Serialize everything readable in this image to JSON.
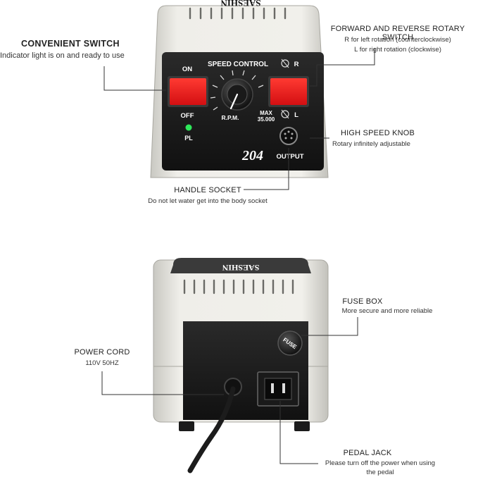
{
  "device": {
    "brand_logo": "SAESHIN",
    "speed_control": "SPEED CONTROL",
    "on": "ON",
    "off": "OFF",
    "pl": "PL",
    "rpm": "R.P.M.",
    "max": "MAX",
    "max_value": "35.000",
    "r": "R",
    "l": "L",
    "model": "204",
    "output": "OUTPUT",
    "fuse": "FUSE"
  },
  "callouts": {
    "convenient_switch": {
      "title": "CONVENIENT SWITCH",
      "desc": "Indicator light is on and ready to use"
    },
    "rotary_switch": {
      "title": "FORWARD AND REVERSE ROTARY SWITCH",
      "line1": "R for left rotation (counterclockwise)",
      "line2": "L for right rotation (clockwise)"
    },
    "high_speed_knob": {
      "title": "HIGH SPEED KNOB",
      "desc": "Rotary infinitely adjustable"
    },
    "handle_socket": {
      "title": "HANDLE SOCKET",
      "desc": "Do not let water get into the body socket"
    },
    "fuse_box": {
      "title": "FUSE BOX",
      "desc": "More secure and more reliable"
    },
    "power_cord": {
      "title": "POWER CORD",
      "desc": "110V 50HZ"
    },
    "pedal_jack": {
      "title": "PEDAL JACK",
      "line1": "Please turn off the power when using",
      "line2": "the pedal"
    }
  },
  "colors": {
    "switch_red": "#e8151b",
    "indicator_green": "#2ee85a",
    "panel": "#1b1b1b",
    "body": "#ecebe6"
  }
}
